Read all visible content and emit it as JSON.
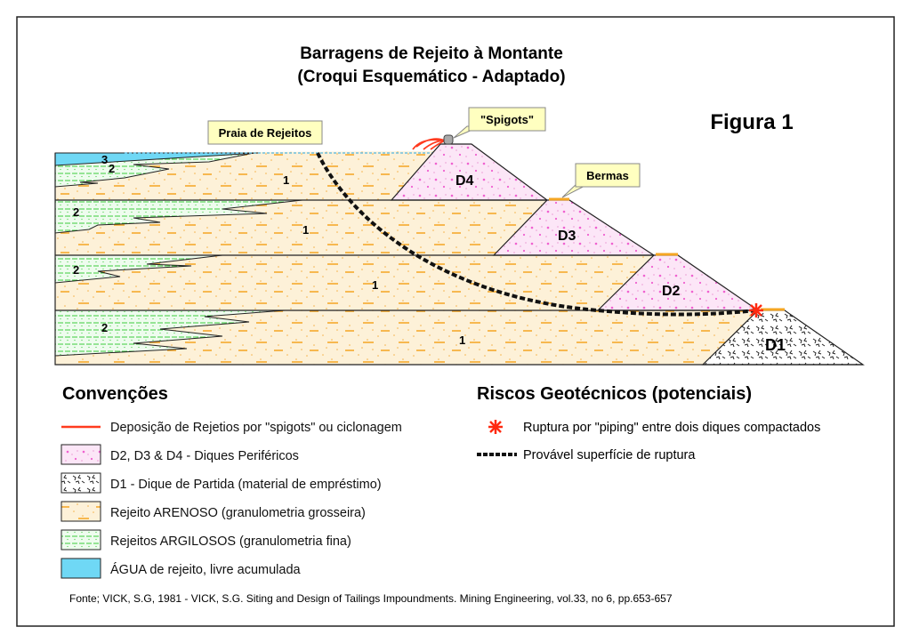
{
  "title_line1": "Barragens de Rejeito à Montante",
  "title_line2": "(Croqui Esquemático - Adaptado)",
  "figure_label": "Figura 1",
  "callouts": {
    "praia": "Praia de Rejeitos",
    "spigots": "\"Spigots\"",
    "bermas": "Bermas"
  },
  "dikes": {
    "d1": "D1",
    "d2": "D2",
    "d3": "D3",
    "d4": "D4"
  },
  "layer_numbers": {
    "sand": "1",
    "clay": "2",
    "water": "3"
  },
  "conventions": {
    "heading": "Convenções",
    "items": [
      "Deposição de Rejetios por \"spigots\" ou ciclonagem",
      "D2, D3 & D4 - Diques Periféricos",
      "D1 - Dique de Partida (material de empréstimo)",
      "Rejeito ARENOSO (granulometria grosseira)",
      "Rejeitos ARGILOSOS (granulometria fina)",
      "ÁGUA de rejeito, livre acumulada"
    ]
  },
  "risks": {
    "heading": "Riscos Geotécnicos (potenciais)",
    "items": [
      "Ruptura por \"piping\" entre dois diques compactados",
      "Provável superfície de ruptura"
    ]
  },
  "source": "Fonte; VICK, S.G, 1981 - VICK, S.G. Siting and Design of Tailings Impoundments. Mining Engineering, vol.33, no 6, pp.653-657",
  "colors": {
    "sand": "#fdeccb",
    "clay": "#e4f8e4",
    "dike": "#fbe0f5",
    "water": "#6fd8f5",
    "deposition": "#ff3b1f",
    "berm": "#f5a623"
  }
}
